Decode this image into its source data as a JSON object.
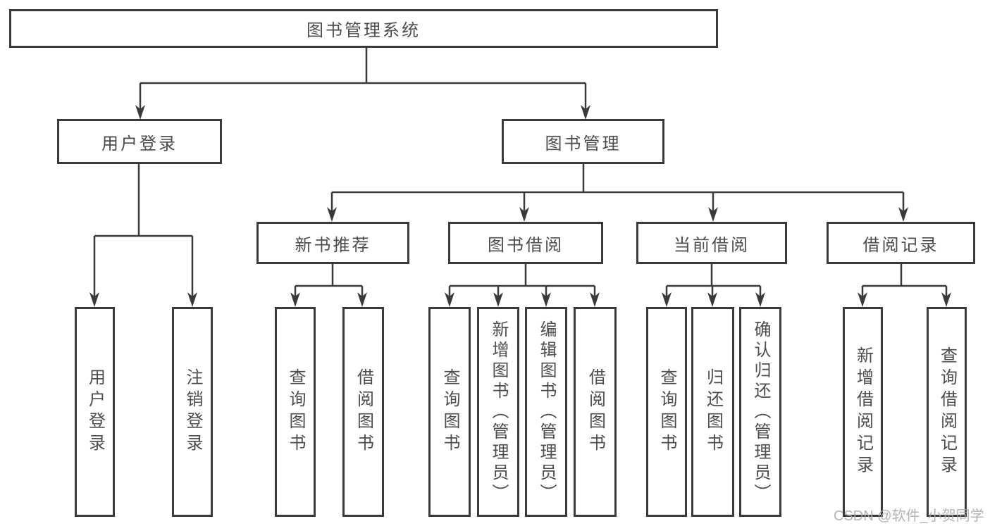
{
  "watermark": "CSDN @软件_小贺同学",
  "colors": {
    "line": "#3a3a3a",
    "box_border": "#3a3a3a",
    "text": "#4d4d4d",
    "watermark": "#ababab",
    "background": "#ffffff"
  },
  "tree": {
    "root": "图书管理系统",
    "user_login": {
      "label": "用户登录",
      "children": [
        "用户登录",
        "注销登录"
      ]
    },
    "book_mgmt": {
      "label": "图书管理",
      "groups": {
        "new_book": {
          "label": "新书推荐",
          "children": [
            "查询图书",
            "借阅图书"
          ]
        },
        "borrow": {
          "label": "图书借阅",
          "children": [
            "查询图书",
            "新增图书（管理员）",
            "编辑图书（管理员）",
            "借阅图书"
          ]
        },
        "current": {
          "label": "当前借阅",
          "children": [
            "查询图书",
            "归还图书",
            "确认归还（管理员）"
          ]
        },
        "records": {
          "label": "借阅记录",
          "children": [
            "新增借阅记录",
            "查询借阅记录"
          ]
        }
      }
    }
  }
}
